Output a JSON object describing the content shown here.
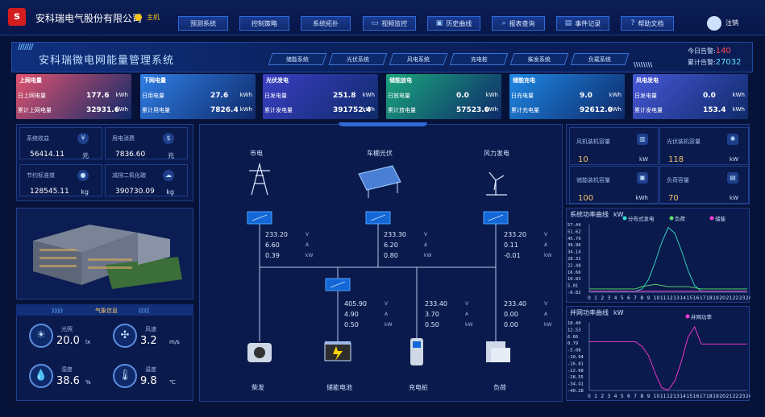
{
  "header": {
    "logo": "s",
    "company": "安科瑞电气股份有限公司",
    "host": "主机",
    "logout": "注销",
    "nav": [
      {
        "label": "预测系统",
        "icon": ""
      },
      {
        "label": "控制策略",
        "icon": ""
      },
      {
        "label": "系统拓扑",
        "icon": ""
      },
      {
        "label": "视频监控",
        "icon": "▭"
      },
      {
        "label": "历史曲线",
        "icon": "▣"
      },
      {
        "label": "报表查询",
        "icon": "⌕"
      },
      {
        "label": "事件记录",
        "icon": "▤"
      },
      {
        "label": "帮助文档",
        "icon": "?"
      }
    ]
  },
  "subheader": {
    "title": "安科瑞微电网能量管理系统",
    "stripes": "/////// ",
    "tabs": [
      "储能系统",
      "光伏系统",
      "风电系统",
      "充电桩",
      "柴发系统",
      "负载系统"
    ],
    "alarm_today_label": "今日告警:",
    "alarm_today": "140",
    "alarm_total_label": "累计告警:",
    "alarm_total": "27032",
    "alarm_stripes": "\\\\\\\\\\\\\\\\"
  },
  "cards": [
    {
      "title": "上网电量",
      "r1l": "日上网电量",
      "r1v": "177.6",
      "r1u": "kWh",
      "r2l": "累计上网电量",
      "r2v": "32931.6",
      "r2u": "kWh",
      "color": "#e0536f"
    },
    {
      "title": "下网电量",
      "r1l": "日用电量",
      "r1v": "27.6",
      "r1u": "kWh",
      "r2l": "累计用电量",
      "r2v": "7826.4",
      "r2u": "kWh",
      "color": "#2f7fe6"
    },
    {
      "title": "光伏发电",
      "r1l": "日发电量",
      "r1v": "251.8",
      "r1u": "kWh",
      "r2l": "累计发电量",
      "r2v": "391752.4",
      "r2u": "kWh",
      "color": "#3b3fc4"
    },
    {
      "title": "储能放电",
      "r1l": "日放电量",
      "r1v": "0.0",
      "r1u": "kWh",
      "r2l": "累计放电量",
      "r2v": "57523.0",
      "r2u": "kWh",
      "color": "#1aa67c"
    },
    {
      "title": "储能充电",
      "r1l": "日充电量",
      "r1v": "9.0",
      "r1u": "kWh",
      "r2l": "累计充电量",
      "r2v": "92612.0",
      "r2u": "kWh",
      "color": "#1e88e5"
    },
    {
      "title": "风电发电",
      "r1l": "日发电量",
      "r1v": "0.0",
      "r1u": "kWh",
      "r2l": "累计发电量",
      "r2v": "153.4",
      "r2u": "kWh",
      "color": "#4657d6"
    }
  ],
  "stats": [
    {
      "label": "系统收益",
      "value": "56414.11",
      "unit": "元",
      "icon": "¥"
    },
    {
      "label": "用电消费",
      "value": "7836.60",
      "unit": "元",
      "icon": "$"
    },
    {
      "label": "节约标准煤",
      "value": "128545.11",
      "unit": "kg",
      "icon": "●"
    },
    {
      "label": "减排二氧化碳",
      "value": "390730.09",
      "unit": "kg",
      "icon": "☁"
    }
  ],
  "weather": {
    "title": "气象信息",
    "arrows_l": "》》》》",
    "arrows_r": "《《《《",
    "items": [
      {
        "label": "光照",
        "value": "20.0",
        "unit": "lx",
        "icon": "☀"
      },
      {
        "label": "风速",
        "value": "3.2",
        "unit": "m/s",
        "icon": "✣"
      },
      {
        "label": "湿度",
        "value": "38.6",
        "unit": "%",
        "icon": "💧"
      },
      {
        "label": "温度",
        "value": "9.8",
        "unit": "℃",
        "icon": "🌡"
      }
    ]
  },
  "topology": {
    "sources": [
      "市电",
      "车棚光伏",
      "风力发电"
    ],
    "loads": [
      "柴发",
      "储能电池",
      "充电桩",
      "负荷"
    ],
    "readings_top": [
      [
        "233.20",
        "6.60",
        "0.39"
      ],
      [
        "233.30",
        "6.20",
        "0.80"
      ],
      [
        "233.20",
        "0.11",
        "-0.01"
      ]
    ],
    "readings_bottom": [
      [
        "405.90",
        "4.90",
        "0.50"
      ],
      [
        "233.40",
        "3.70",
        "0.50"
      ],
      [
        "233.40",
        "0.00",
        "0.00"
      ]
    ],
    "units": [
      "V",
      "A",
      "kW"
    ]
  },
  "capacity": [
    {
      "label": "风机装机容量",
      "value": "10",
      "unit": "kW",
      "icon": "▥"
    },
    {
      "label": "光伏装机容量",
      "value": "118",
      "unit": "kW",
      "icon": "✺"
    },
    {
      "label": "储能装机容量",
      "value": "100",
      "unit": "kWh",
      "icon": "▣"
    },
    {
      "label": "负荷容量",
      "value": "70",
      "unit": "kW",
      "icon": "▤"
    }
  ],
  "chart_data": [
    {
      "type": "line",
      "title": "系统功率曲线",
      "unit": "kW",
      "legend": [
        "分布式发电",
        "负荷",
        "储能"
      ],
      "y_ticks": [
        "57.44",
        "51.62",
        "45.79",
        "39.96",
        "34.14",
        "28.31",
        "22.48",
        "16.66",
        "10.83",
        "5.01",
        "-0.82"
      ],
      "x": [
        0,
        1,
        2,
        3,
        4,
        5,
        6,
        7,
        8,
        9,
        10,
        11,
        12,
        13,
        14,
        15,
        16,
        17,
        18,
        19,
        20,
        21,
        22,
        23,
        24
      ],
      "series": [
        {
          "name": "分布式发电",
          "color": "#35e0c8",
          "values": [
            0,
            0,
            0,
            0,
            0,
            0,
            0,
            0,
            2,
            10,
            25,
            42,
            55,
            50,
            35,
            18,
            5,
            0,
            0,
            0,
            0,
            0,
            0,
            0,
            0
          ]
        },
        {
          "name": "负荷",
          "color": "#5ce36a",
          "values": [
            2,
            2,
            2,
            2,
            2,
            2,
            2,
            2,
            4,
            5,
            6,
            5,
            4,
            4,
            4,
            4,
            3,
            2,
            2,
            2,
            2,
            2,
            2,
            2,
            2
          ]
        },
        {
          "name": "储能",
          "color": "#ff3ad1",
          "values": [
            0,
            0,
            0,
            0,
            0,
            0,
            0,
            0,
            0,
            0,
            0,
            0,
            0,
            0,
            0,
            0,
            0,
            0,
            0,
            0,
            0,
            0,
            0,
            0,
            0
          ]
        }
      ],
      "ylim": [
        -0.82,
        57.44
      ]
    },
    {
      "type": "line",
      "title": "并网功率曲线",
      "unit": "kW",
      "legend": [
        "并网功率"
      ],
      "y_ticks": [
        "18.40",
        "12.53",
        "6.66",
        "0.79",
        "-5.08",
        "-10.94",
        "-16.81",
        "-22.68",
        "-28.55",
        "-34.41",
        "-40.28"
      ],
      "x": [
        0,
        1,
        2,
        3,
        4,
        5,
        6,
        7,
        8,
        9,
        10,
        11,
        12,
        13,
        14,
        15,
        16,
        17,
        18,
        19,
        20,
        21,
        22,
        23,
        24
      ],
      "series": [
        {
          "name": "并网功率",
          "color": "#ff3ad1",
          "values": [
            2,
            2,
            2,
            2,
            2,
            2,
            2,
            2,
            -2,
            -10,
            -25,
            -38,
            -40,
            -32,
            -15,
            6,
            15,
            0,
            0,
            0,
            0,
            0,
            0,
            0,
            0
          ]
        }
      ],
      "ylim": [
        -40.28,
        18.4
      ]
    }
  ]
}
